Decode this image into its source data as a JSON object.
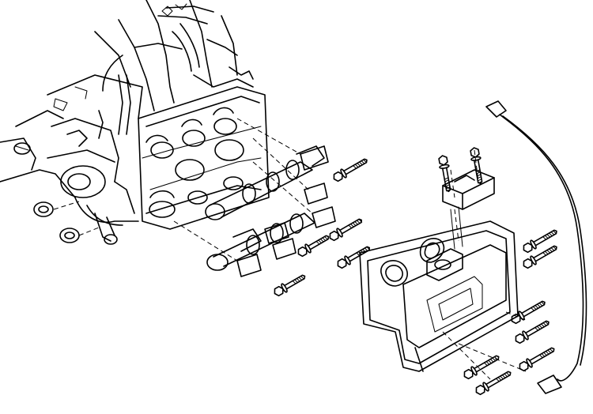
{
  "figure": {
    "colors": {
      "ink": "#000000",
      "paper": "#ffffff"
    }
  },
  "bolts": [
    {
      "id": "head-bolt-1"
    },
    {
      "id": "head-bolt-2"
    },
    {
      "id": "head-bolt-3"
    },
    {
      "id": "head-bolt-4"
    },
    {
      "id": "head-bolt-5"
    },
    {
      "id": "cover-bolt-1"
    },
    {
      "id": "cover-bolt-2"
    },
    {
      "id": "cover-bolt-3"
    },
    {
      "id": "cover-bolt-4"
    },
    {
      "id": "cover-bolt-5"
    },
    {
      "id": "cover-bolt-6"
    },
    {
      "id": "cover-bolt-7"
    },
    {
      "id": "coil-bolt-1"
    },
    {
      "id": "coil-bolt-2"
    }
  ]
}
